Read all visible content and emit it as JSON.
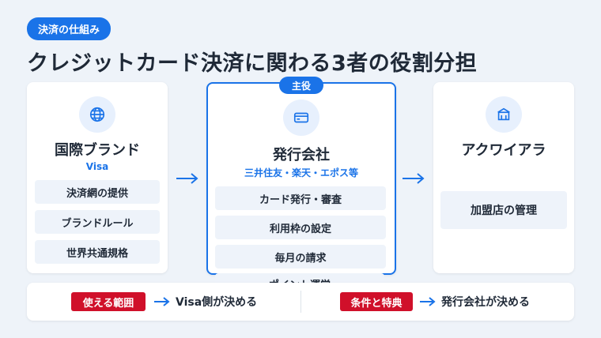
{
  "header": {
    "tag": "決済の仕組み",
    "title": "クレジットカード決済に関わる3者の役割分担"
  },
  "left_card": {
    "icon": "globe-icon",
    "title": "国際ブランド",
    "subtitle": "Visa",
    "items": [
      "決済網の提供",
      "ブランドルール",
      "世界共通規格"
    ]
  },
  "center_card": {
    "badge": "主役",
    "icon": "credit-card-icon",
    "title": "発行会社",
    "subtitle": "三井住友・楽天・エポス等",
    "items": [
      "カード発行・審査",
      "利用枠の設定",
      "毎月の請求",
      "ポイント運営"
    ]
  },
  "right_card": {
    "icon": "store-icon",
    "title": "アクワイアラ",
    "items": [
      "加盟店の管理"
    ]
  },
  "bottom": {
    "left_tag": "使える範囲",
    "left_text": "Visa側が決める",
    "right_tag": "条件と特典",
    "right_text": "発行会社が決める"
  },
  "colors": {
    "accent": "#1a73e8",
    "red": "#d0102a",
    "background": "#eef3f9"
  }
}
